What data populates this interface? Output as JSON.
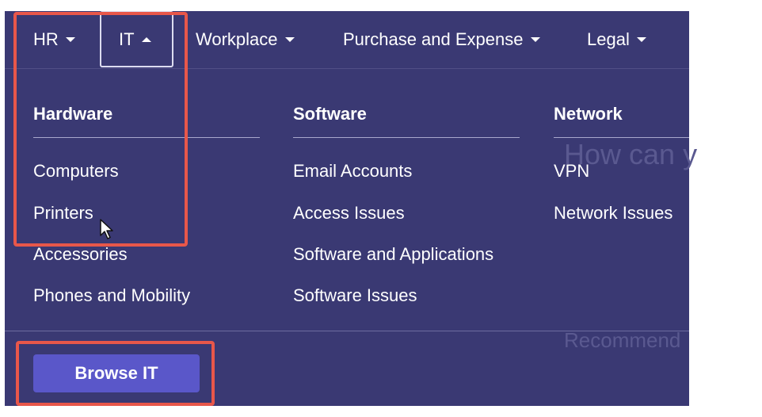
{
  "nav": {
    "items": [
      {
        "label": "HR"
      },
      {
        "label": "IT"
      },
      {
        "label": "Workplace"
      },
      {
        "label": "Purchase and Expense"
      },
      {
        "label": "Legal"
      }
    ]
  },
  "columns": [
    {
      "heading": "Hardware",
      "links": [
        "Computers",
        "Printers",
        "Accessories",
        "Phones and Mobility"
      ]
    },
    {
      "heading": "Software",
      "links": [
        "Email Accounts",
        "Access Issues",
        "Software and Applications",
        "Software Issues"
      ]
    },
    {
      "heading": "Network",
      "links": [
        "VPN",
        "Network Issues"
      ]
    }
  ],
  "background_text": {
    "heading_fragment": "How can y",
    "section_fragment": "Recommend"
  },
  "browse_button": {
    "label": "Browse IT"
  },
  "colors": {
    "panel": "#3a3973",
    "button": "#5a57c9",
    "highlight": "#e8574a",
    "text": "#ffffff"
  }
}
